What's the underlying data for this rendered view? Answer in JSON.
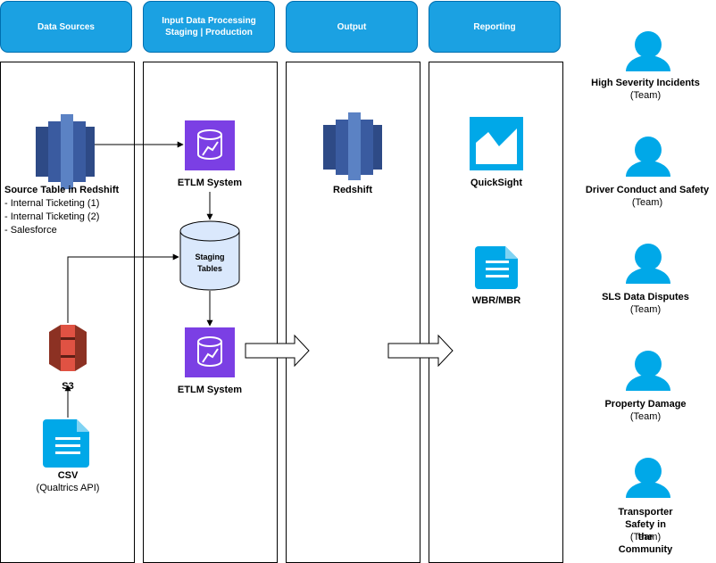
{
  "headers": {
    "data_sources": "Data Sources",
    "input_processing": "Input Data Processing\nStaging | Production",
    "output": "Output",
    "reporting": "Reporting"
  },
  "data_sources": {
    "source_title": "Source Table in Redshift",
    "source_items": [
      "- Internal Ticketing (1)",
      "- Internal Ticketing (2)",
      "- Salesforce"
    ],
    "s3_label": "S3",
    "csv_label": "CSV",
    "csv_sub": "(Qualtrics API)"
  },
  "processing": {
    "etlm_top": "ETLM System",
    "staging_line1": "Staging",
    "staging_line2": "Tables",
    "etlm_bottom": "ETLM System"
  },
  "output": {
    "redshift_label": "Redshift"
  },
  "reporting": {
    "quicksight_label": "QuickSight",
    "wbr_label": "WBR/MBR"
  },
  "teams": [
    {
      "name": "High Severity Incidents",
      "sub": "(Team)"
    },
    {
      "name": "Driver Conduct and Safety",
      "sub": "(Team)"
    },
    {
      "name": "SLS Data Disputes",
      "sub": "(Team)"
    },
    {
      "name": "Property Damage",
      "sub": "(Team)"
    },
    {
      "name": "Transporter Safety in\nthe Community",
      "sub": "(Team)"
    }
  ],
  "colors": {
    "header_fill": "#1ba1e2",
    "redshift_blue": "#3a5ba0",
    "etlm_purple": "#7b3fe4",
    "s3_red": "#e05243",
    "icon_cyan": "#00a8e8"
  }
}
